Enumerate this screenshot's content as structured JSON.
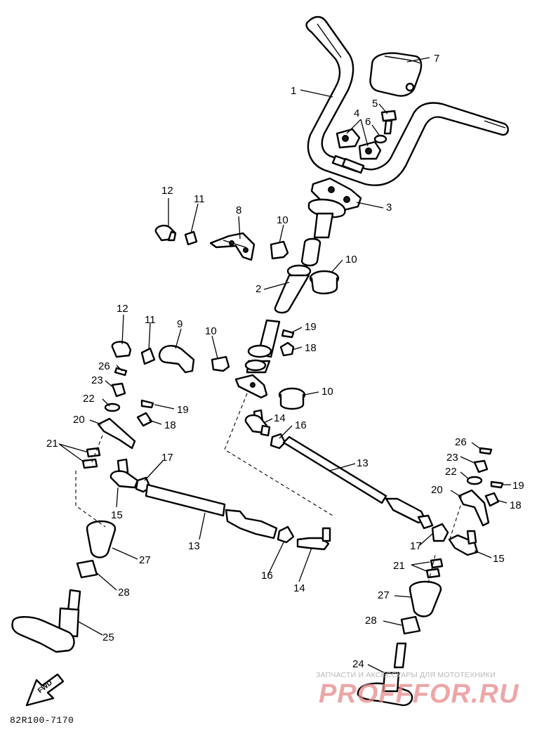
{
  "diagram": {
    "code": "82R100-7170",
    "fwd_label": "FWD",
    "callouts": [
      {
        "id": "c1",
        "text": "1"
      },
      {
        "id": "c2",
        "text": "2"
      },
      {
        "id": "c3",
        "text": "3"
      },
      {
        "id": "c4",
        "text": "4"
      },
      {
        "id": "c5",
        "text": "5"
      },
      {
        "id": "c6",
        "text": "6"
      },
      {
        "id": "c7",
        "text": "7"
      },
      {
        "id": "c8",
        "text": "8"
      },
      {
        "id": "c9",
        "text": "9"
      },
      {
        "id": "c10a",
        "text": "10"
      },
      {
        "id": "c10b",
        "text": "10"
      },
      {
        "id": "c10c",
        "text": "10"
      },
      {
        "id": "c10d",
        "text": "10"
      },
      {
        "id": "c11a",
        "text": "11"
      },
      {
        "id": "c11b",
        "text": "11"
      },
      {
        "id": "c12a",
        "text": "12"
      },
      {
        "id": "c12b",
        "text": "12"
      },
      {
        "id": "c13a",
        "text": "13"
      },
      {
        "id": "c13b",
        "text": "13"
      },
      {
        "id": "c14a",
        "text": "14"
      },
      {
        "id": "c14b",
        "text": "14"
      },
      {
        "id": "c15a",
        "text": "15"
      },
      {
        "id": "c15b",
        "text": "15"
      },
      {
        "id": "c16a",
        "text": "16"
      },
      {
        "id": "c16b",
        "text": "16"
      },
      {
        "id": "c17a",
        "text": "17"
      },
      {
        "id": "c17b",
        "text": "17"
      },
      {
        "id": "c18a",
        "text": "18"
      },
      {
        "id": "c18b",
        "text": "18"
      },
      {
        "id": "c18c",
        "text": "18"
      },
      {
        "id": "c19a",
        "text": "19"
      },
      {
        "id": "c19b",
        "text": "19"
      },
      {
        "id": "c19c",
        "text": "19"
      },
      {
        "id": "c20a",
        "text": "20"
      },
      {
        "id": "c20b",
        "text": "20"
      },
      {
        "id": "c21a",
        "text": "21"
      },
      {
        "id": "c21b",
        "text": "21"
      },
      {
        "id": "c22a",
        "text": "22"
      },
      {
        "id": "c22b",
        "text": "22"
      },
      {
        "id": "c23a",
        "text": "23"
      },
      {
        "id": "c23b",
        "text": "23"
      },
      {
        "id": "c24",
        "text": "24"
      },
      {
        "id": "c25",
        "text": "25"
      },
      {
        "id": "c26a",
        "text": "26"
      },
      {
        "id": "c26b",
        "text": "26"
      },
      {
        "id": "c27a",
        "text": "27"
      },
      {
        "id": "c27b",
        "text": "27"
      },
      {
        "id": "c28a",
        "text": "28"
      },
      {
        "id": "c28b",
        "text": "28"
      }
    ]
  },
  "watermark": {
    "caption": "ЗАПЧАСТИ И АКСЕССУАРЫ ДЛЯ МОТОТЕХНИКИ",
    "logo": "PROFFFOR.RU"
  }
}
